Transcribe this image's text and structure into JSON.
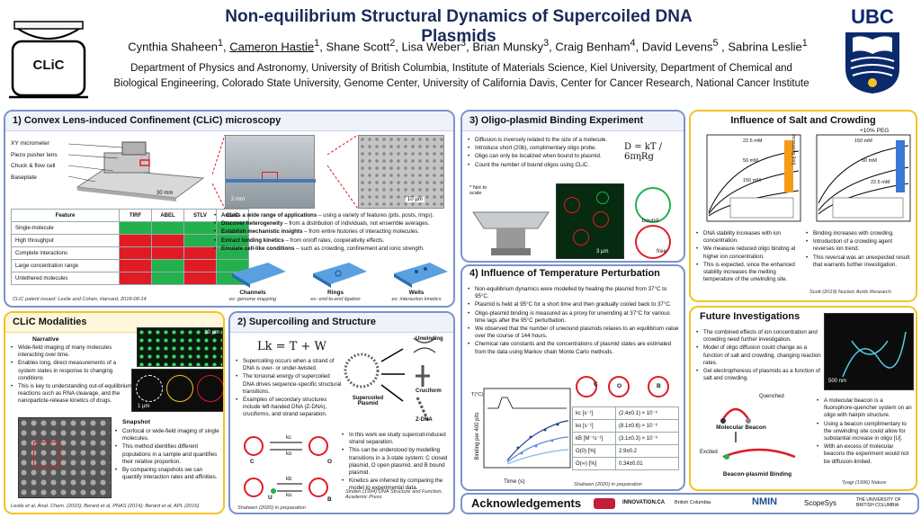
{
  "header": {
    "title": "Non-equilibrium Structural Dynamics of Supercoiled DNA Plasmids",
    "authors": [
      "Cynthia Shaheen",
      "Cameron Hastie",
      "Shane Scott",
      "Lisa Weber",
      "Brian Munsky",
      "Craig Benham",
      "David Levens",
      "Sabrina Leslie"
    ],
    "author_sups": [
      "1",
      "1",
      "2",
      "3",
      "3",
      "4",
      "5",
      "1"
    ],
    "affil_line1": "Department of Physics and Astronomy, University of British Columbia, Institute of Materials Science, Kiel University, Department of Chemical and",
    "affil_line2": "Biological Engineering, Colorado State University, Genome Center, University of California Davis, Center for Cancer Research, National Cancer Institute",
    "clic_logo_text": "CLiC",
    "ubc_logo_text": "UBC"
  },
  "panel1": {
    "title": "1) Convex Lens-induced Confinement (CLiC) microscopy",
    "labels": [
      "XY micrometer",
      "Piezo pusher lens",
      "Chuck & flow cell",
      "Baseplate"
    ],
    "scale_30mm": "30 mm",
    "scale_2mm": "2 mm",
    "scale_10um": "10 µm",
    "table_header": [
      "Feature",
      "TIRF",
      "ABEL",
      "STLV",
      "CLiC"
    ],
    "table_rows": [
      {
        "feature": "Single-molecule",
        "cells": [
          "g",
          "g",
          "g",
          "g"
        ]
      },
      {
        "feature": "High throughput",
        "cells": [
          "r",
          "r",
          "g",
          "g"
        ]
      },
      {
        "feature": "Complete interactions",
        "cells": [
          "r",
          "r",
          "r",
          "g"
        ]
      },
      {
        "feature": "Large concentration range",
        "cells": [
          "r",
          "g",
          "r",
          "g"
        ]
      },
      {
        "feature": "Untethered molecules",
        "cells": [
          "r",
          "g",
          "r",
          "g"
        ]
      }
    ],
    "bullets": [
      {
        "bold": "Access a wide range of applications",
        "rest": " – using a variety of features (pits, posts, rings)."
      },
      {
        "bold": "Discover heterogeneity",
        "rest": " – from a distribution of individuals, not ensemble averages."
      },
      {
        "bold": "Establish mechanistic insights",
        "rest": " – from entire histories of interacting molecules."
      },
      {
        "bold": "Extract binding kinetics",
        "rest": " – from on/off rates, cooperativity effects."
      },
      {
        "bold": "Emulate cell-like conditions",
        "rest": " – such as crowding, confinement and ionic strength."
      }
    ],
    "features": [
      {
        "name": "Channels",
        "ex": "ex: genome mapping"
      },
      {
        "name": "Rings",
        "ex": "ex: end-to-end ligation"
      },
      {
        "name": "Wells",
        "ex": "ex: interaction kinetics"
      }
    ],
    "patent": "CLiC patent issued: Leslie and Cohen, Harvard, 2018-08-14"
  },
  "panel_modalities": {
    "title": "CLiC Modalities",
    "narrative_head": "Narrative",
    "narrative": [
      "Wide-field imaging of many molecules interacting over time.",
      "Enables long, direct measurements of a system states in response to changing conditions",
      "This is key to understanding out-of-equilibrium reactions such as RNA cleavage, and the nanoparticle-release kinetics of drugs."
    ],
    "snapshot_head": "Snapshot",
    "snapshot": [
      "Confocal or wide-field imaging of single molecules.",
      "This method identifies different populations in a sample and quantifies their relative proportion.",
      "By comparing snapshots we can quantify interaction rates and affinities."
    ],
    "scale_10um": "10 µm",
    "scale_1um": "1 µm",
    "cite": "Leslie et al, Anal. Chem. (2010); Berard et al, PNAS (2014); Berard et al, APL (2016)"
  },
  "panel2": {
    "title": "2) Supercoiling and Structure",
    "equation": "Lk = T + W",
    "bullets": [
      "Supercoiling occurs when a strand of DNA is over- or under-twisted.",
      "The torsional energy of supercoiled DNA drives sequence-specific structural transitions.",
      "Examples of secondary structures include left-handed DNA (Z-DNA), cruciforms, and strand separation."
    ],
    "structures": [
      "Unwinding",
      "Supercoiled Plasmid",
      "Cruciform",
      "Z-DNA"
    ],
    "bullets2": [
      "In this work we study supercoil-induced strand separation.",
      "This can be understood by modelling transitions in a 3-state system: C closed plasmid, O open plasmid, and B bound plasmid.",
      "Kinetics are inferred by comparing the model to experimental data."
    ],
    "states": [
      "C",
      "O",
      "B",
      "U"
    ],
    "rates": [
      "kc",
      "ko",
      "kb",
      "ku"
    ],
    "cite1": "Sinden (1994) DNA Structure and Function, Academic Press",
    "cite2": "Shaheen (2020) in preparation"
  },
  "panel3": {
    "title": "3) Oligo-plasmid Binding Experiment",
    "bullets": [
      "Diffusion is inversely related to the size of a molecule.",
      "Introduce short (20b), complimentary oligo probe.",
      "Oligo can only be localized when bound to plasmid.",
      "Count the number of bound oligos using CLiC."
    ],
    "equation": "D = kT / 6πηRg",
    "not_to_scale": "* Not to scale",
    "scale_3um": "3 µm",
    "bound": "bound",
    "free": "free"
  },
  "panel4": {
    "title": "4) Influence of Temperature Perturbation",
    "bullets": [
      "Non-equilibrium dynamics were modelled by heating the plasmid from 37°C to 95°C.",
      "Plasmid is held at 95°C for a short time and then gradually cooled back to 37°C.",
      "Oligo-plasmid binding is measured as a proxy for unwinding at 37°C for various time lags after the 95°C perturbation.",
      "We observed that the number of unwound plasmids relaxes to an equilibrium value over the course of 144 hours.",
      "Chemical rate constants and the concentrations of plasmid states are estimated from the data using Markov chain Monte Carlo methods."
    ],
    "ylabel": "Binding per 400 pits",
    "xlabel": "Time (s)",
    "inset_ylabel": "T(°C)",
    "state_labels": [
      "C",
      "O",
      "B"
    ],
    "params": [
      {
        "name": "kc [s⁻¹]",
        "value": "(2.4±0.1) × 10⁻⁵"
      },
      {
        "name": "ko [s⁻¹]",
        "value": "(8.1±0.6) × 10⁻⁶"
      },
      {
        "name": "kB [M⁻¹s⁻¹]",
        "value": "(3.1±0.3) × 10⁻⁵"
      },
      {
        "name": "O(0) [%]",
        "value": "2.9±0.2"
      },
      {
        "name": "O(∞) [%]",
        "value": "0.34±0.01"
      }
    ],
    "cite": "Shaheen (2020) in preparation"
  },
  "panel_salt": {
    "title": "Influence of Salt and Crowding",
    "peg_label": "+10% PEG",
    "left_labels": [
      "22.5 mM",
      "50 mM",
      "150 mM"
    ],
    "right_labels": [
      "150 mM",
      "50 mM",
      "22.5 mM"
    ],
    "increasing_label": "Increasing [Ion]",
    "left_bullets": [
      "DNA stability increases with ion concentration.",
      "We measure reduced oligo binding at higher ion concentration.",
      "This is expected, since the enhanced stability increases the melting temperature of the unwinding site."
    ],
    "right_bullets": [
      "Binding increases with crowding.",
      "Introduction of a crowding agent reverses ion trend.",
      "This reversal was an unexpected result that warrants further investigation."
    ],
    "cite": "Scott (2019) Nucleic Acids Research"
  },
  "panel_future": {
    "title": "Future Investigations",
    "bullets": [
      "The combined effects of ion concentration and crowding need further investigation.",
      "Model of oligo diffusion could change as a function of salt and crowding, changing reaction rates.",
      "Gel electrophoresis of plasmids as a function of salt and crowding."
    ],
    "scale_500nm": "500 nm",
    "quenched": "Quenched",
    "molecular_beacon": "Molecular Beacon",
    "excited": "Excited",
    "beacon_binding": "Beacon-plasmid Binding",
    "right_bullets": [
      "A molecular beacon is a fluorophore-quencher system on an oligo with hairpin structure.",
      "Using a beacon complimentary to the unwinding site could allow for substantial increase in oligo [U].",
      "With an excess of molecular beacons the experiment would not be diffusion-limited."
    ],
    "cite": "Tyagi (1996) Nature"
  },
  "ack": {
    "title": "Acknowledgements",
    "sponsors": [
      "INNOVATION.CA",
      "British Columbia",
      "NMIN",
      "ScopeSys",
      "THE UNIVERSITY OF BRITISH COLUMBIA"
    ]
  }
}
